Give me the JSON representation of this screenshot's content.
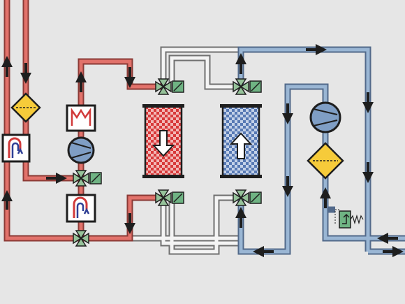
{
  "diagram": {
    "background": "#e6e6e6",
    "colors": {
      "hot_pipe": "#e2726b",
      "cold_pipe": "#9ab6d4",
      "neutral_pipe": "#f4f4f4",
      "pipe_outline": "#606060",
      "arrow": "#1e1e1e",
      "valve_fill": "#96c39a",
      "actuator_fill": "#6fb383",
      "filter_fill": "#f6cb3a",
      "hot_bed": "#d8393a",
      "cold_bed": "#5779b4",
      "heater_coil": "#d13a3a",
      "exchanger_hot": "#d13a3a",
      "exchanger_cold": "#2f3f95",
      "pump_fill": "#7f9ec5",
      "outline": "#1e1e1e"
    },
    "components": [
      {
        "id": "filter-hot",
        "kind": "filter"
      },
      {
        "id": "heat-exchanger-left-upper",
        "kind": "heat-exchanger"
      },
      {
        "id": "heat-exchanger-left-lower",
        "kind": "heat-exchanger"
      },
      {
        "id": "heater",
        "kind": "heater"
      },
      {
        "id": "pump-hot",
        "kind": "pump"
      },
      {
        "id": "bed-hot",
        "kind": "adsorber-bed",
        "flow": "down"
      },
      {
        "id": "bed-cold",
        "kind": "adsorber-bed",
        "flow": "up"
      },
      {
        "id": "pump-cold",
        "kind": "pump"
      },
      {
        "id": "filter-cold",
        "kind": "filter"
      },
      {
        "id": "pressure-relief-valve",
        "kind": "relief-valve"
      }
    ],
    "valves": [
      "valve-hot-circuit-mid",
      "valve-hot-circuit-bottom",
      "valve-hot-bed-top",
      "valve-hot-bed-bottom",
      "valve-cold-bed-top",
      "valve-cold-bed-bottom"
    ]
  }
}
